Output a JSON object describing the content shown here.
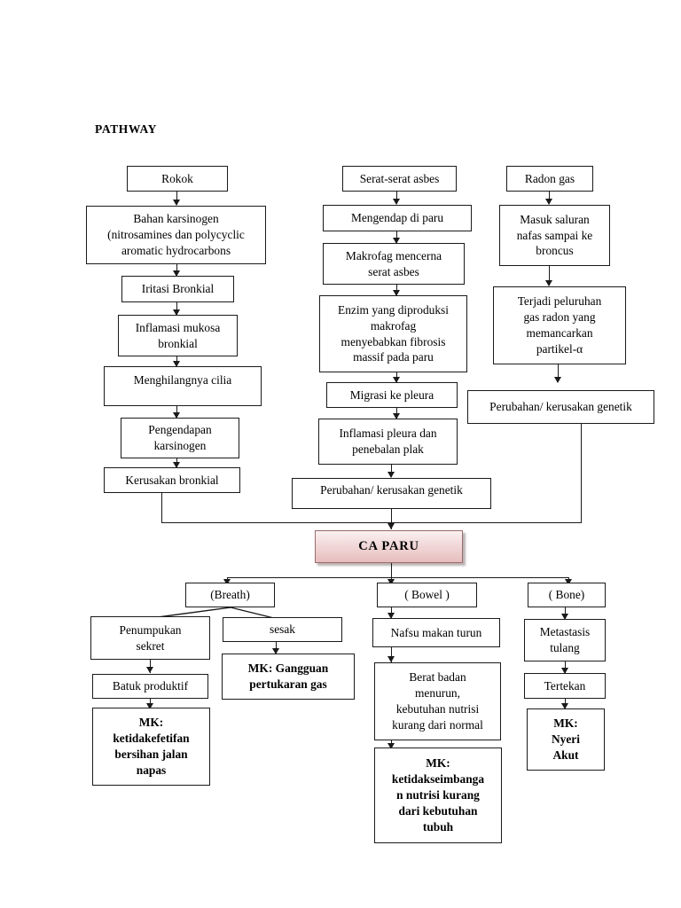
{
  "page": {
    "title": "PATHWAY"
  },
  "nodes": {
    "rokok": "Rokok",
    "bahan_karsinogen": "Bahan karsinogen\n(nitrosamines dan polycyclic\naromatic hydrocarbons",
    "iritasi_bronkial": "Iritasi Bronkial",
    "inflamasi_mukosa": "Inflamasi mukosa\nbronkial",
    "menghilangnya_cilia": "Menghilangnya cilia",
    "pengendapan_karsinogen": "Pengendapan\nkarsinogen",
    "kerusakan_bronkial": "Kerusakan bronkial",
    "serat_asbes": "Serat-serat asbes",
    "mengendap_paru": "Mengendap di paru",
    "makrofag_mencerna": "Makrofag mencerna\nserat asbes",
    "enzim_makrofag": "Enzim yang diproduksi\nmakrofag\nmenyebabkan fibrosis\nmassif pada paru",
    "migrasi_pleura": "Migrasi ke pleura",
    "inflamasi_pleura": "Inflamasi pleura dan\npenebalan plak",
    "perubahan_genetik_tengah": "Perubahan/ kerusakan genetik",
    "radon_gas": "Radon gas",
    "masuk_saluran_nafas": "Masuk saluran\nnafas sampai ke\nbroncus",
    "terjadi_peluruhan": "Terjadi peluruhan\ngas radon yang\nmemancarkan\npartikel-α",
    "perubahan_genetik_kanan": "Perubahan/ kerusakan genetik",
    "ca_paru": "CA PARU",
    "breath": "(Breath)",
    "penumpukan_sekret": "Penumpukan\nsekret",
    "batuk_produktif": "Batuk produktif",
    "mk_bersihan_jalan_napas": "MK:\nketidakefetifan\nbersihan jalan\nnapas",
    "sesak": "sesak",
    "mk_gangguan_pertukaran_gas": "MK: Gangguan\npertukaran gas",
    "bowel": "( Bowel )",
    "nafsu_makan_turun": "Nafsu makan turun",
    "berat_badan_menurun": "Berat badan\nmenurun,\nkebutuhan nutrisi\nkurang dari normal",
    "mk_nutrisi_kurang": "MK:\nketidakseimbanga\nn nutrisi kurang\ndari kebutuhan\ntubuh",
    "bone": "( Bone)",
    "metastasis_tulang": "Metastasis\ntulang",
    "tertekan": "Tertekan",
    "mk_nyeri_akut": "MK:\nNyeri\nAkut"
  },
  "colors": {
    "line": "#1a1a1a",
    "box_border": "#1a1a1a",
    "box_fill": "#ffffff",
    "ca_paru_fill_top": "#fbf1f1",
    "ca_paru_fill_bottom": "#e7bdbd",
    "ca_paru_border": "#9a6b6b",
    "page_background": "#ffffff"
  }
}
